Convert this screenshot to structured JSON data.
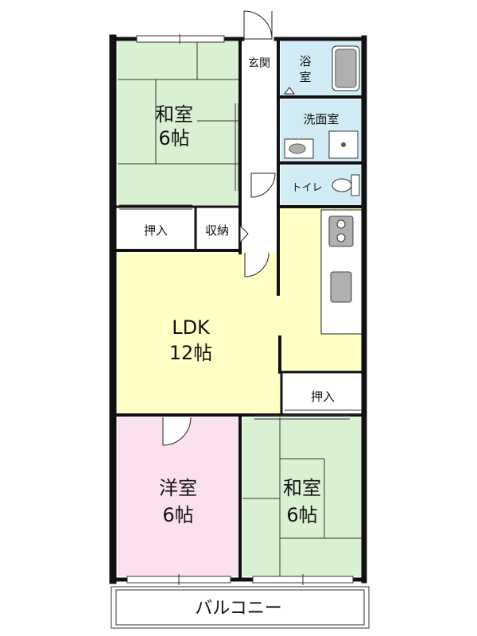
{
  "rooms": {
    "washitsu_nw": {
      "name": "和室",
      "size": "6帖"
    },
    "oshiire_nw": {
      "name": "押入"
    },
    "shuno": {
      "name": "収納"
    },
    "genkan": {
      "name": "玄関"
    },
    "bath": {
      "name1": "浴",
      "name2": "室"
    },
    "senmen": {
      "name": "洗面室"
    },
    "toilet": {
      "name": "トイレ"
    },
    "ldk": {
      "name": "LDK",
      "size": "12帖"
    },
    "oshiire_se": {
      "name": "押入"
    },
    "yoshitsu": {
      "name": "洋室",
      "size": "6帖"
    },
    "washitsu_se": {
      "name": "和室",
      "size": "6帖"
    },
    "balcony": {
      "name": "バルコニー"
    }
  },
  "colors": {
    "washitsu": "#d9f0d3",
    "ldk": "#ffffc6",
    "yoshitsu": "#fbe0ef",
    "wet": "#d2ecf5",
    "wall": "#111111",
    "fixture": "#b0b0b0"
  }
}
